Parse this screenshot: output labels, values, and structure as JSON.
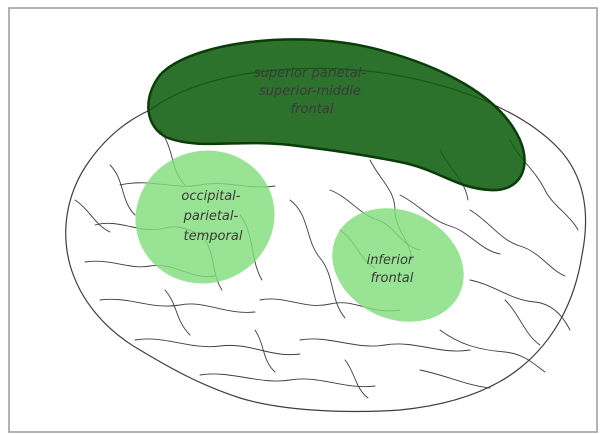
{
  "diagram": {
    "regions": [
      {
        "id": "superior-parietal-superior-middle-frontal",
        "lines": [
          "superior parietal-",
          "superior-middle",
          "frontal"
        ],
        "color": "#0f5f0f",
        "fill_opacity": 0.88
      },
      {
        "id": "occipital-parietal-temporal",
        "lines": [
          "occipital-",
          "parietal-",
          "temporal"
        ],
        "color": "#82de7c",
        "fill_opacity": 0.82
      },
      {
        "id": "inferior-frontal",
        "lines": [
          "inferior",
          "frontal"
        ],
        "color": "#82de7c",
        "fill_opacity": 0.82
      }
    ],
    "outline_color": "#3d3d3d",
    "frame_color": "#9a9a9a"
  }
}
